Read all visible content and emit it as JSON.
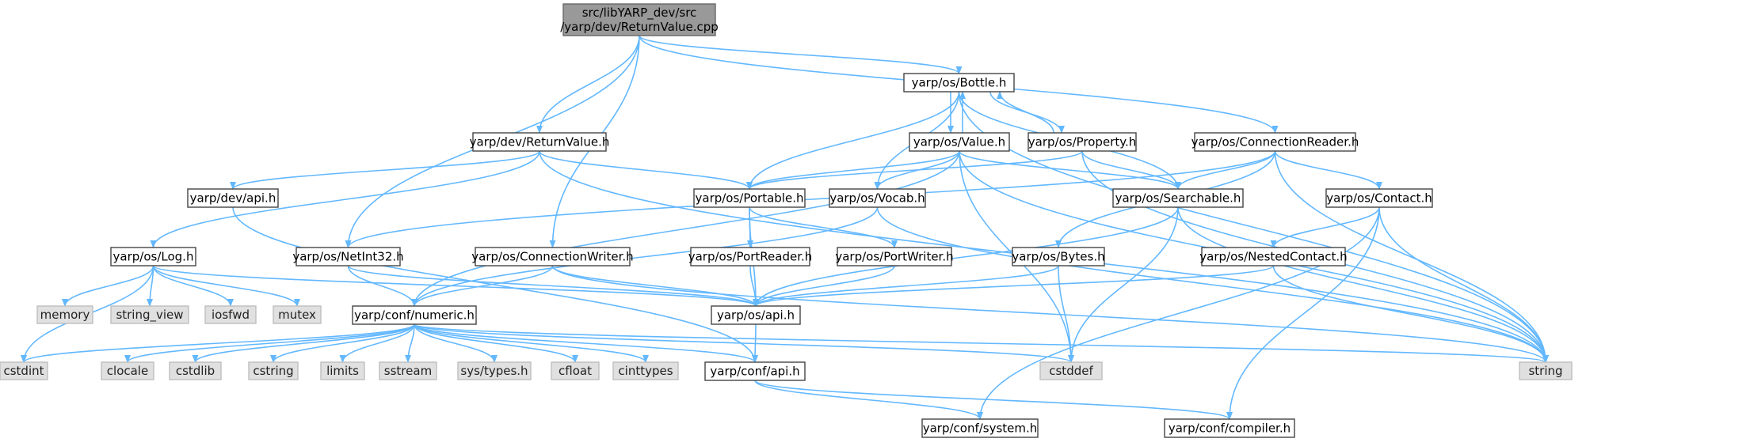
{
  "diagram": {
    "colors": {
      "edge": "#63b8ff",
      "root_fill": "#999999",
      "header_fill": "#ffffff",
      "system_fill": "#e0e0e0"
    },
    "nodes": [
      {
        "id": "root",
        "kind": "root",
        "lines": [
          "src/libYARP_dev/src",
          "/yarp/dev/ReturnValue.cpp"
        ]
      },
      {
        "id": "bottle",
        "kind": "header",
        "lines": [
          "yarp/os/Bottle.h"
        ]
      },
      {
        "id": "returnvalue",
        "kind": "header",
        "lines": [
          "yarp/dev/ReturnValue.h"
        ]
      },
      {
        "id": "value",
        "kind": "header",
        "lines": [
          "yarp/os/Value.h"
        ]
      },
      {
        "id": "property",
        "kind": "header",
        "lines": [
          "yarp/os/Property.h"
        ]
      },
      {
        "id": "connectionreader",
        "kind": "header",
        "lines": [
          "yarp/os/ConnectionReader.h"
        ]
      },
      {
        "id": "devapi",
        "kind": "header",
        "lines": [
          "yarp/dev/api.h"
        ]
      },
      {
        "id": "portable",
        "kind": "header",
        "lines": [
          "yarp/os/Portable.h"
        ]
      },
      {
        "id": "vocab",
        "kind": "header",
        "lines": [
          "yarp/os/Vocab.h"
        ]
      },
      {
        "id": "searchable",
        "kind": "header",
        "lines": [
          "yarp/os/Searchable.h"
        ]
      },
      {
        "id": "contact",
        "kind": "header",
        "lines": [
          "yarp/os/Contact.h"
        ]
      },
      {
        "id": "log",
        "kind": "header",
        "lines": [
          "yarp/os/Log.h"
        ]
      },
      {
        "id": "netint32",
        "kind": "header",
        "lines": [
          "yarp/os/NetInt32.h"
        ]
      },
      {
        "id": "connectionwriter",
        "kind": "header",
        "lines": [
          "yarp/os/ConnectionWriter.h"
        ]
      },
      {
        "id": "portreader",
        "kind": "header",
        "lines": [
          "yarp/os/PortReader.h"
        ]
      },
      {
        "id": "portwriter",
        "kind": "header",
        "lines": [
          "yarp/os/PortWriter.h"
        ]
      },
      {
        "id": "bytes",
        "kind": "header",
        "lines": [
          "yarp/os/Bytes.h"
        ]
      },
      {
        "id": "nestedcontact",
        "kind": "header",
        "lines": [
          "yarp/os/NestedContact.h"
        ]
      },
      {
        "id": "memory",
        "kind": "system",
        "lines": [
          "memory"
        ]
      },
      {
        "id": "string_view",
        "kind": "system",
        "lines": [
          "string_view"
        ]
      },
      {
        "id": "iosfwd",
        "kind": "system",
        "lines": [
          "iosfwd"
        ]
      },
      {
        "id": "mutex",
        "kind": "system",
        "lines": [
          "mutex"
        ]
      },
      {
        "id": "numeric",
        "kind": "header",
        "lines": [
          "yarp/conf/numeric.h"
        ]
      },
      {
        "id": "osapi",
        "kind": "header",
        "lines": [
          "yarp/os/api.h"
        ]
      },
      {
        "id": "cstdint",
        "kind": "system",
        "lines": [
          "cstdint"
        ]
      },
      {
        "id": "clocale",
        "kind": "system",
        "lines": [
          "clocale"
        ]
      },
      {
        "id": "cstdlib",
        "kind": "system",
        "lines": [
          "cstdlib"
        ]
      },
      {
        "id": "cstring",
        "kind": "system",
        "lines": [
          "cstring"
        ]
      },
      {
        "id": "limits",
        "kind": "system",
        "lines": [
          "limits"
        ]
      },
      {
        "id": "sstream",
        "kind": "system",
        "lines": [
          "sstream"
        ]
      },
      {
        "id": "systypes",
        "kind": "system",
        "lines": [
          "sys/types.h"
        ]
      },
      {
        "id": "cfloat",
        "kind": "system",
        "lines": [
          "cfloat"
        ]
      },
      {
        "id": "cinttypes",
        "kind": "system",
        "lines": [
          "cinttypes"
        ]
      },
      {
        "id": "confapi",
        "kind": "header",
        "lines": [
          "yarp/conf/api.h"
        ]
      },
      {
        "id": "cstddef",
        "kind": "system",
        "lines": [
          "cstddef"
        ]
      },
      {
        "id": "string",
        "kind": "system",
        "lines": [
          "string"
        ]
      },
      {
        "id": "system",
        "kind": "header",
        "lines": [
          "yarp/conf/system.h"
        ]
      },
      {
        "id": "compiler",
        "kind": "header",
        "lines": [
          "yarp/conf/compiler.h"
        ]
      }
    ],
    "edges": [
      [
        "root",
        "bottle"
      ],
      [
        "root",
        "returnvalue"
      ],
      [
        "root",
        "connectionreader"
      ],
      [
        "root",
        "netint32"
      ],
      [
        "root",
        "connectionwriter"
      ],
      [
        "returnvalue",
        "log"
      ],
      [
        "returnvalue",
        "devapi"
      ],
      [
        "returnvalue",
        "portable"
      ],
      [
        "returnvalue",
        "string"
      ],
      [
        "devapi",
        "confapi"
      ],
      [
        "bottle",
        "value"
      ],
      [
        "bottle",
        "property"
      ],
      [
        "bottle",
        "portable"
      ],
      [
        "bottle",
        "vocab"
      ],
      [
        "bottle",
        "searchable"
      ],
      [
        "bottle",
        "string"
      ],
      [
        "value",
        "bottle"
      ],
      [
        "value",
        "portable"
      ],
      [
        "value",
        "vocab"
      ],
      [
        "value",
        "searchable"
      ],
      [
        "value",
        "numeric"
      ],
      [
        "value",
        "cstddef"
      ],
      [
        "value",
        "string"
      ],
      [
        "property",
        "bottle"
      ],
      [
        "property",
        "portable"
      ],
      [
        "property",
        "searchable"
      ],
      [
        "property",
        "string"
      ],
      [
        "connectionreader",
        "searchable"
      ],
      [
        "connectionreader",
        "contact"
      ],
      [
        "connectionreader",
        "bytes"
      ],
      [
        "connectionreader",
        "netint32"
      ],
      [
        "connectionreader",
        "string"
      ],
      [
        "portable",
        "portreader"
      ],
      [
        "portable",
        "portwriter"
      ],
      [
        "portable",
        "osapi"
      ],
      [
        "vocab",
        "numeric"
      ],
      [
        "vocab",
        "string"
      ],
      [
        "searchable",
        "osapi"
      ],
      [
        "searchable",
        "cstddef"
      ],
      [
        "searchable",
        "string"
      ],
      [
        "contact",
        "nestedcontact"
      ],
      [
        "contact",
        "system"
      ],
      [
        "contact",
        "compiler"
      ],
      [
        "contact",
        "string"
      ],
      [
        "log",
        "memory"
      ],
      [
        "log",
        "string_view"
      ],
      [
        "log",
        "iosfwd"
      ],
      [
        "log",
        "mutex"
      ],
      [
        "log",
        "cstdint"
      ],
      [
        "log",
        "osapi"
      ],
      [
        "netint32",
        "numeric"
      ],
      [
        "netint32",
        "osapi"
      ],
      [
        "connectionwriter",
        "numeric"
      ],
      [
        "connectionwriter",
        "osapi"
      ],
      [
        "connectionwriter",
        "string"
      ],
      [
        "portreader",
        "osapi"
      ],
      [
        "portwriter",
        "osapi"
      ],
      [
        "bytes",
        "osapi"
      ],
      [
        "bytes",
        "cstddef"
      ],
      [
        "nestedcontact",
        "osapi"
      ],
      [
        "nestedcontact",
        "string"
      ],
      [
        "osapi",
        "confapi"
      ],
      [
        "numeric",
        "cstdint"
      ],
      [
        "numeric",
        "clocale"
      ],
      [
        "numeric",
        "cstdlib"
      ],
      [
        "numeric",
        "cstring"
      ],
      [
        "numeric",
        "limits"
      ],
      [
        "numeric",
        "sstream"
      ],
      [
        "numeric",
        "systypes"
      ],
      [
        "numeric",
        "cfloat"
      ],
      [
        "numeric",
        "cinttypes"
      ],
      [
        "numeric",
        "confapi"
      ],
      [
        "numeric",
        "cstddef"
      ],
      [
        "numeric",
        "string"
      ],
      [
        "confapi",
        "system"
      ],
      [
        "confapi",
        "compiler"
      ]
    ]
  }
}
